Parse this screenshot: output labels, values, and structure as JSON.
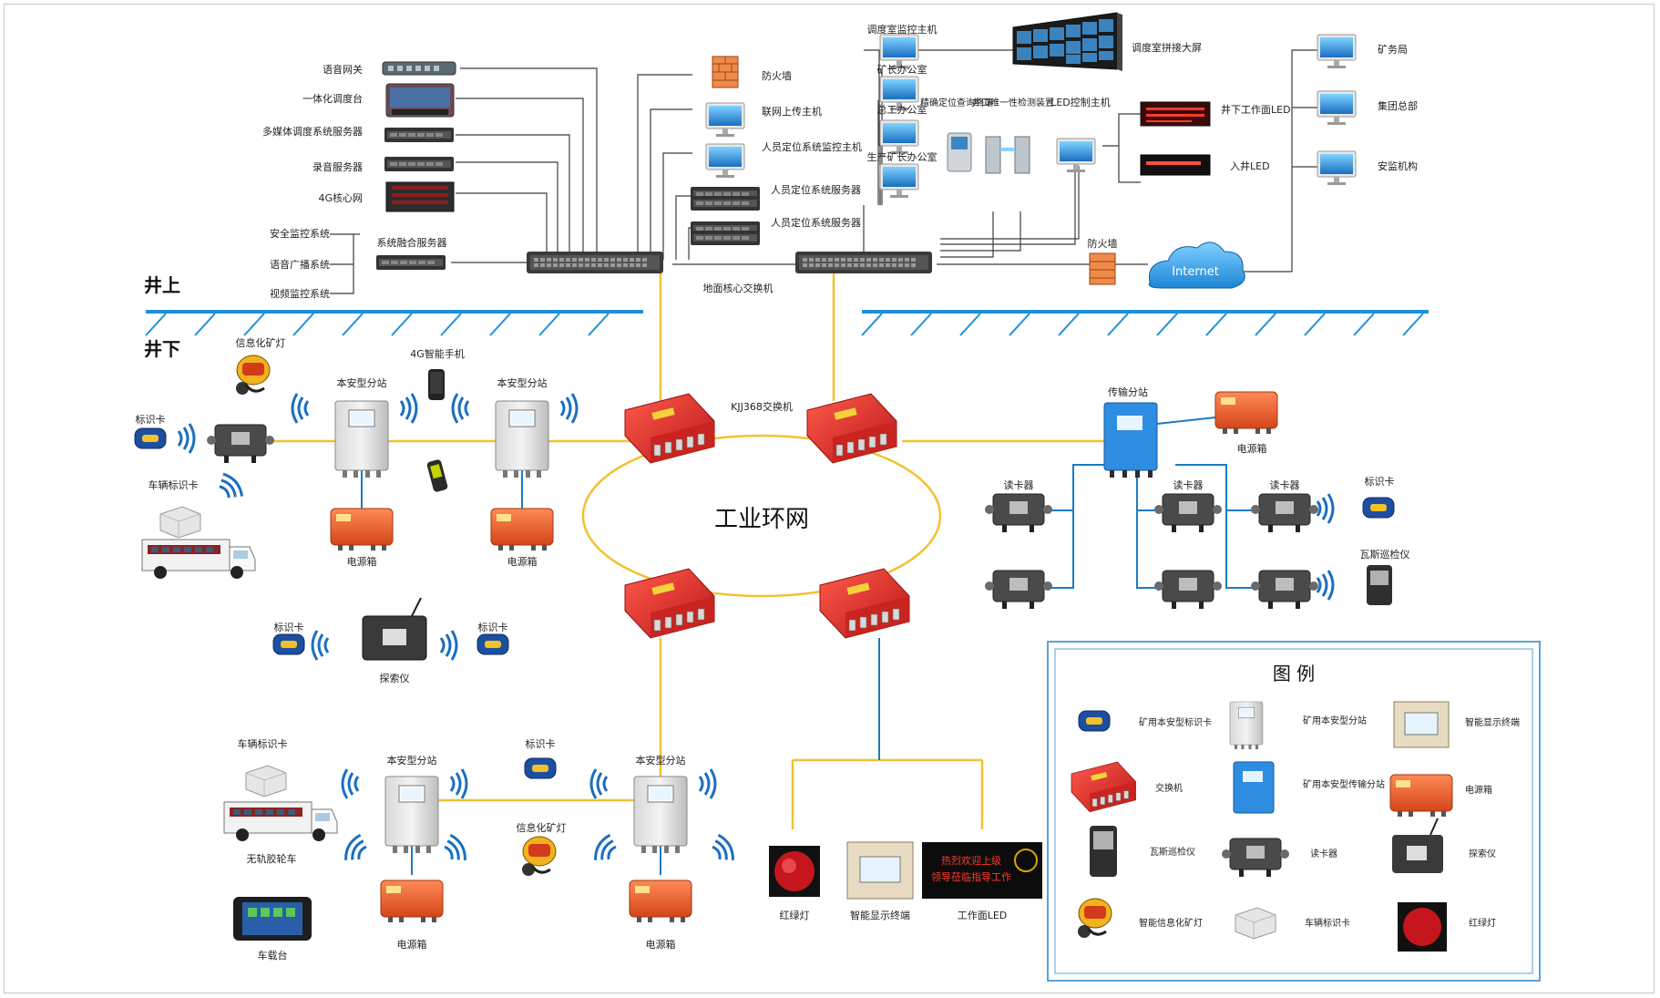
{
  "zones": {
    "above": "井上",
    "below": "井下"
  },
  "above": {
    "left_devices": [
      {
        "label": "语音网关"
      },
      {
        "label": "一体化调度台"
      },
      {
        "label": "多媒体调度系统服务器"
      },
      {
        "label": "录音服务器"
      },
      {
        "label": "4G核心网"
      }
    ],
    "systems": [
      {
        "label": "安全监控系统"
      },
      {
        "label": "语音广播系统"
      },
      {
        "label": "视频监控系统"
      }
    ],
    "fusion_server": "系统融合服务器",
    "middle_devices": [
      {
        "label": "防火墙"
      },
      {
        "label": "联网上传主机"
      },
      {
        "label": "人员定位系统监控主机"
      },
      {
        "label": "人员定位系统服务器"
      },
      {
        "label": "人员定位系统服务器"
      }
    ],
    "core_switch": "地面核心交换机",
    "offices": [
      {
        "label": "调度室监控主机"
      },
      {
        "label": "矿长办公室"
      },
      {
        "label": "总工办公室"
      },
      {
        "label": "生产矿长办公室"
      }
    ],
    "big_screen": "调度室拼接大屏",
    "terminals": [
      {
        "label": "精确定位查询终端"
      },
      {
        "label": "井口唯一性检测装置"
      },
      {
        "label": "LED控制主机"
      }
    ],
    "leds": [
      {
        "label": "井下工作面LED"
      },
      {
        "label": "入井LED"
      }
    ],
    "firewall2": "防火墙",
    "cloud": "Internet",
    "agencies": [
      {
        "label": "矿务局"
      },
      {
        "label": "集团总部"
      },
      {
        "label": "安监机构"
      }
    ]
  },
  "below": {
    "ring_label": "工业环网",
    "switch_label": "KJJ368交换机",
    "left_top": {
      "lamp": "信息化矿灯",
      "phone": "4G智能手机",
      "tag": "标识卡",
      "vehicle_tag": "车辆标识卡",
      "substation1": "本安型分站",
      "substation2": "本安型分站",
      "power1": "电源箱",
      "power2": "电源箱"
    },
    "detector": {
      "tag_left": "标识卡",
      "tag_right": "标识卡",
      "label": "探索仪"
    },
    "bottom_left": {
      "vehicle_tag": "车辆标识卡",
      "vehicle": "无轨胶轮车",
      "car_unit": "车载台",
      "substation1": "本安型分站",
      "substation2": "本安型分站",
      "tag": "标识卡",
      "lamp": "信息化矿灯",
      "power1": "电源箱",
      "power2": "电源箱"
    },
    "bottom_right": {
      "traffic": "红绿灯",
      "display": "智能显示终端",
      "led": "工作面LED",
      "led_text_line1": "热烈欢迎上级",
      "led_text_line2": "领导莅临指导工作"
    },
    "right": {
      "transmission": "传输分站",
      "power": "电源箱",
      "readers": [
        "读卡器",
        "读卡器",
        "读卡器"
      ],
      "tag": "标识卡",
      "inspector": "瓦斯巡检仪"
    }
  },
  "legend": {
    "title": "图 例",
    "items": [
      {
        "label": "矿用本安型标识卡"
      },
      {
        "label": "矿用本安型分站"
      },
      {
        "label": "智能显示终端"
      },
      {
        "label": "交换机"
      },
      {
        "label": "矿用本安型传输分站"
      },
      {
        "label": "电源箱"
      },
      {
        "label": "瓦斯巡检仪"
      },
      {
        "label": "读卡器"
      },
      {
        "label": "探索仪"
      },
      {
        "label": "智能信息化矿灯"
      },
      {
        "label": "车辆标识卡"
      },
      {
        "label": "红绿灯"
      }
    ]
  },
  "colors": {
    "accent_blue": "#1f8fd6",
    "ring": "#f2c12e",
    "link_blue": "#1a7bc4",
    "switch_red": "#e23a2c",
    "power_orange": "#f0703a"
  }
}
